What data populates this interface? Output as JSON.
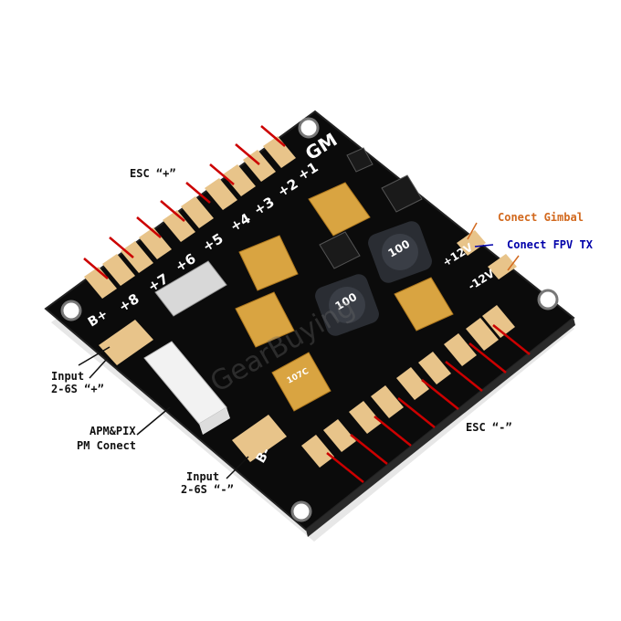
{
  "board": {
    "brand_mark": "GM",
    "esc_pos_numbers": [
      "+1",
      "+2",
      "+3",
      "+4",
      "+5",
      "+6",
      "+7",
      "+8"
    ],
    "battery_pos_label": "B+",
    "battery_neg_label": "B-",
    "v12_pos_label": "+12V",
    "v12_neg_label": "-12V",
    "inductor_code": "100",
    "cap_code": "107C",
    "watermark": "GearBuying"
  },
  "callouts": {
    "esc_plus": "ESC “+”",
    "gimbal": "Conect Gimbal",
    "fpv_tx": "Conect FPV TX",
    "input_plus_line1": "Input",
    "input_plus_line2": "2-6S “+”",
    "apm_line1": "APM&PIX",
    "apm_line2": "PM Conect",
    "input_minus_line1": "Input",
    "input_minus_line2": "2-6S “-”",
    "esc_minus": "ESC “-”"
  },
  "colors": {
    "board": "#0b0b0b",
    "pad": "#e8c48a",
    "marker_line": "#cc0000",
    "callout_text_black": "#111111",
    "callout_text_orange": "#d2691e",
    "callout_text_blue": "#0000aa",
    "tantalum_cap": "#d9a441",
    "inductor": "#2a2d33"
  }
}
